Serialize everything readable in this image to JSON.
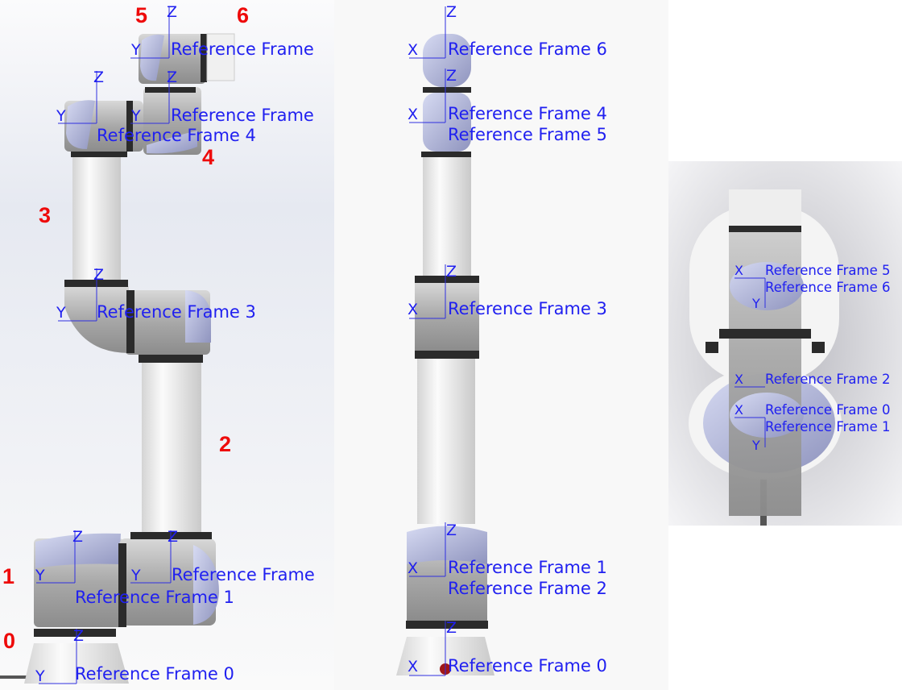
{
  "joint_numbers": [
    "0",
    "1",
    "2",
    "3",
    "4",
    "5",
    "6"
  ],
  "axes": {
    "z": "Z",
    "y": "Y",
    "x": "X"
  },
  "side_view": {
    "frames": [
      "Reference Frame 0",
      "Reference Frame 1",
      "Reference Frame",
      "Reference Frame 3",
      "Reference Frame 4",
      "Reference Frame",
      "Reference Frame"
    ]
  },
  "front_view": {
    "frames": [
      "Reference Frame 0",
      "Reference Frame 1",
      "Reference Frame 2",
      "Reference Frame 3",
      "Reference Frame 4",
      "Reference Frame 5",
      "Reference Frame 6"
    ]
  },
  "top_view": {
    "frames": [
      "Reference Frame 0",
      "Reference Frame 1",
      "Reference Frame 2",
      "Reference Frame 5",
      "Reference Frame 6"
    ]
  },
  "colors": {
    "label": "#2020f0",
    "joint_number": "#ee0a0a"
  }
}
